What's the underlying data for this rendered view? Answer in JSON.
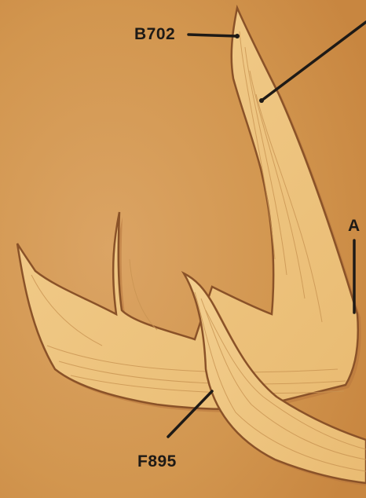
{
  "labels": {
    "top": "B702",
    "right": "A",
    "bottom": "F895"
  },
  "colors": {
    "background": "#d49a55",
    "antler": "#efc57f",
    "antler_shadow": "#b8773e",
    "antler_outline": "#8a5228",
    "grain": "#c99452",
    "leader": "#1e1a16"
  }
}
